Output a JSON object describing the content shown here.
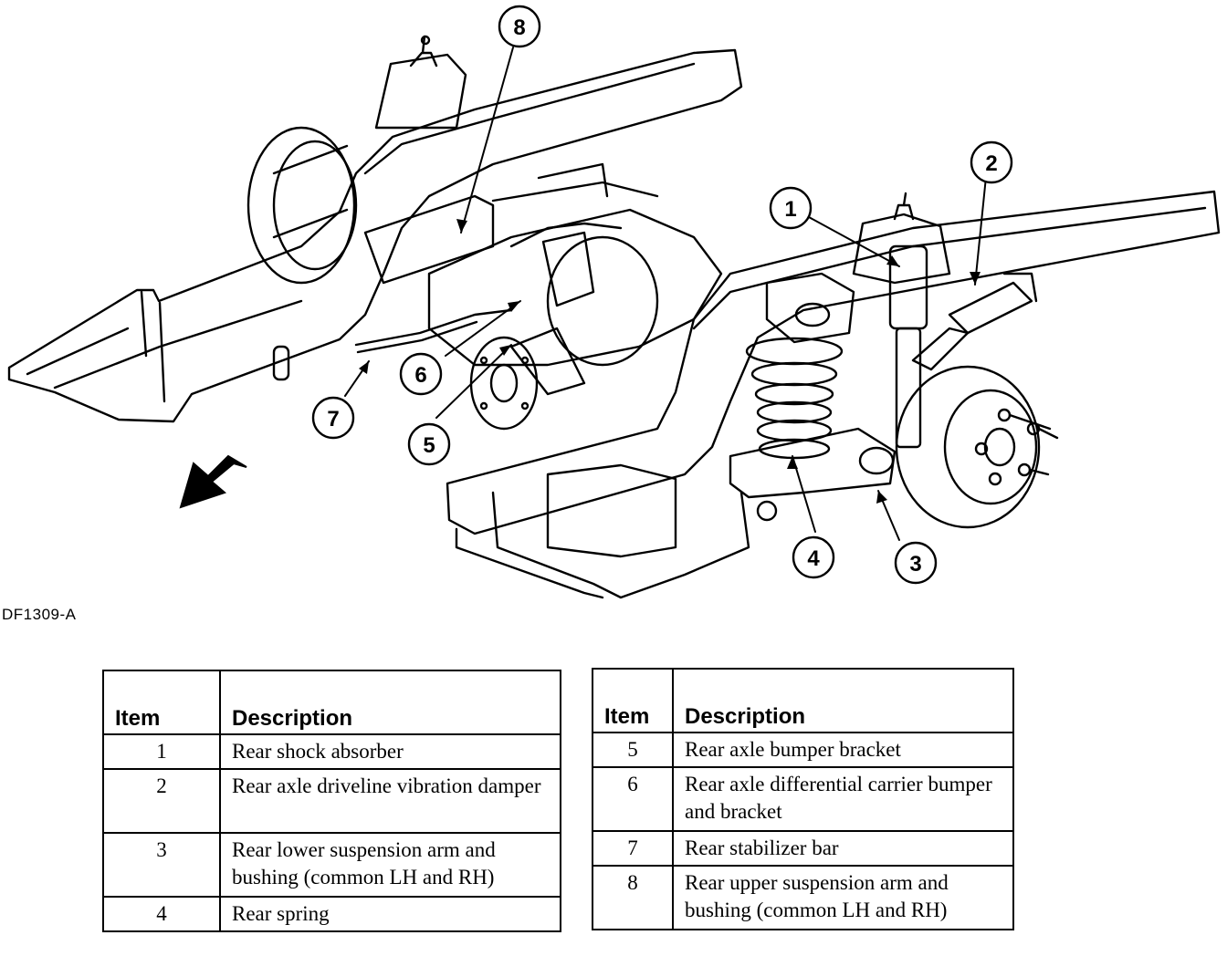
{
  "figure_id": "DF1309-A",
  "callouts": [
    "1",
    "2",
    "3",
    "4",
    "5",
    "6",
    "7",
    "8"
  ],
  "icons": {
    "direction_arrow": "front-direction-arrow-icon"
  },
  "legend_left": {
    "headers": {
      "item": "Item",
      "description": "Description"
    },
    "rows": [
      {
        "item": "1",
        "description": "Rear shock absorber"
      },
      {
        "item": "2",
        "description": "Rear axle driveline vibration damper"
      },
      {
        "item": "3",
        "description": "Rear lower suspension arm and bushing (common LH and RH)"
      },
      {
        "item": "4",
        "description": "Rear spring"
      }
    ]
  },
  "legend_right": {
    "headers": {
      "item": "Item",
      "description": "Description"
    },
    "rows": [
      {
        "item": "5",
        "description": "Rear axle bumper bracket"
      },
      {
        "item": "6",
        "description": "Rear axle differential carrier bumper and bracket"
      },
      {
        "item": "7",
        "description": "Rear stabilizer bar"
      },
      {
        "item": "8",
        "description": "Rear upper suspension arm and bushing (common LH and RH)"
      }
    ]
  }
}
